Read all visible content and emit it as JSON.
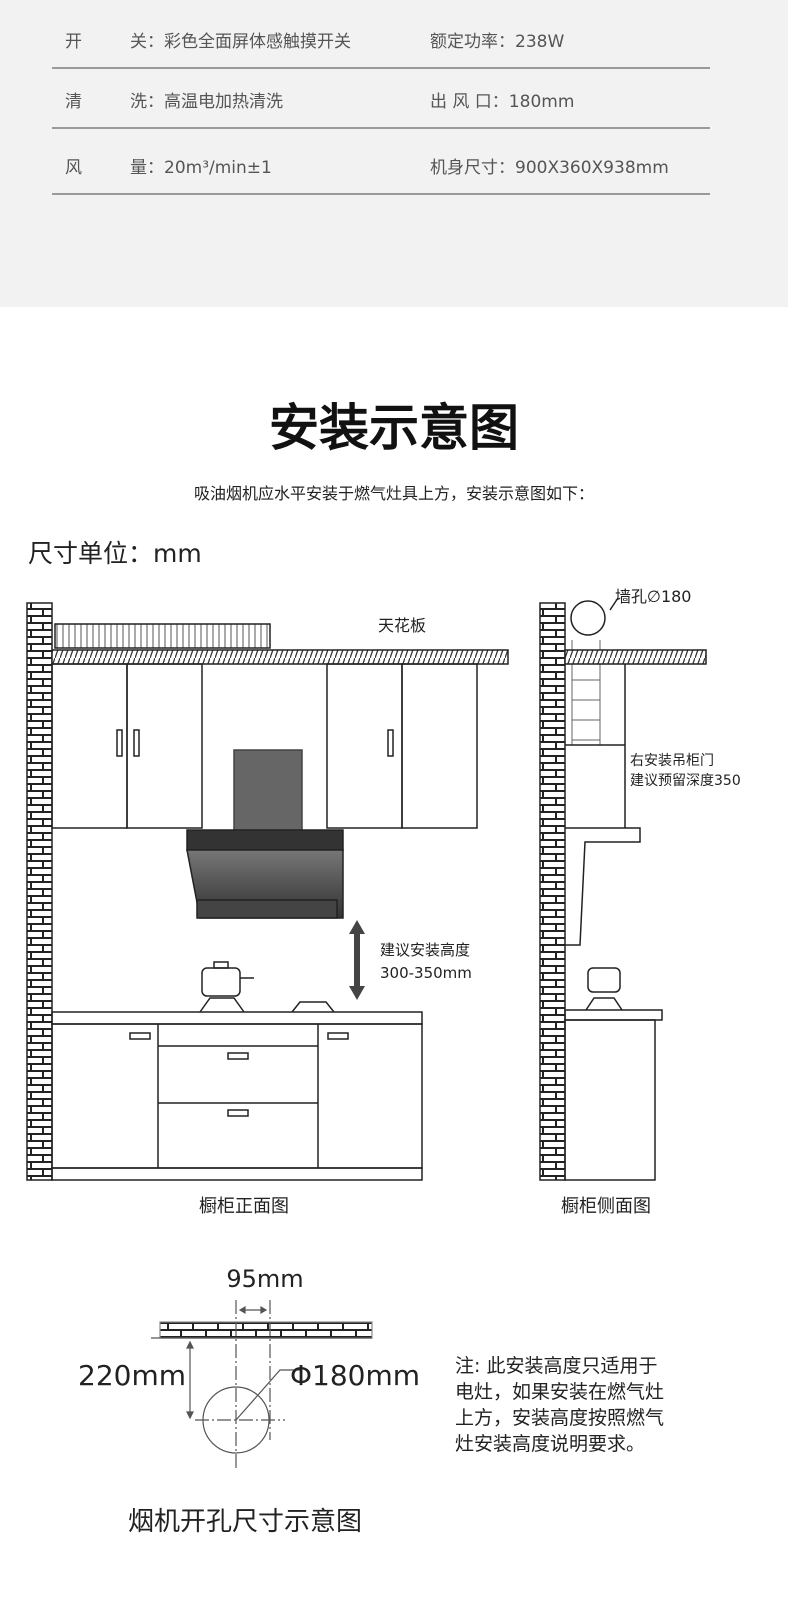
{
  "specs": [
    {
      "left_label": "开",
      "left_value": "关：彩色全面屏体感触摸开关",
      "right": "额定功率：238W"
    },
    {
      "left_label": "清",
      "left_value": "洗：高温电加热清洗",
      "right": "出 风 口：180mm"
    },
    {
      "left_label": "风",
      "left_value": "量：20m³/min±1",
      "right": "机身尺寸：900X360X938mm"
    }
  ],
  "title": "安装示意图",
  "subtitle": "吸油烟机应水平安装于燃气灶具上方，安装示意图如下：",
  "unit": "尺寸单位：mm",
  "front": {
    "ceiling": "天花板",
    "height_line1": "建议安装高度",
    "height_line2": "300-350mm",
    "caption": "橱柜正面图"
  },
  "side": {
    "wall_hole": "墙孔∅180",
    "door_line1": "右安装吊柜门",
    "door_line2": "建议预留深度350",
    "caption": "橱柜侧面图"
  },
  "hole": {
    "offset": "95mm",
    "height": "220mm",
    "diameter": "Φ180mm",
    "caption": "烟机开孔尺寸示意图",
    "note": [
      "注: 此安装高度只适用于",
      "电灶，如果安装在燃气灶",
      "上方，安装高度按照燃气",
      "灶安装高度说明要求。"
    ]
  }
}
